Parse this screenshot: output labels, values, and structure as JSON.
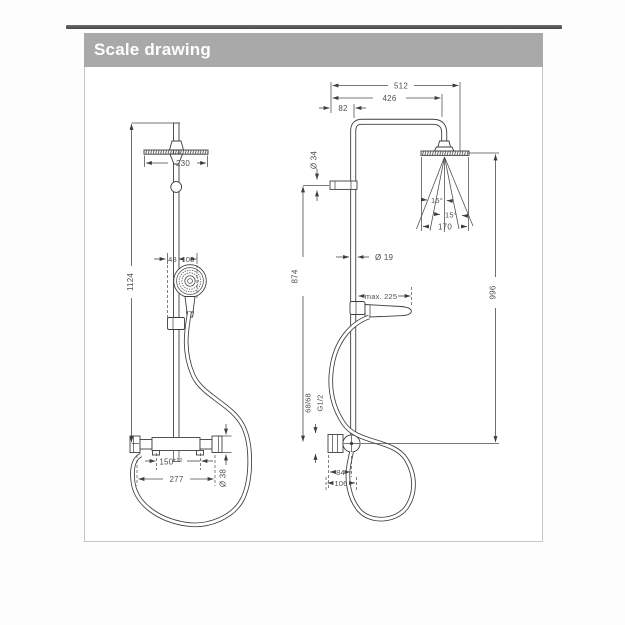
{
  "header": {
    "title": "Scale drawing"
  },
  "left": {
    "dim_total_height": "1124",
    "dim_head_width": "230",
    "dim_48": "48",
    "dim_108": "108",
    "dim_150": "150",
    "dim_150_tol": "±12",
    "dim_277": "277",
    "dim_dia38": "Ø 38"
  },
  "right": {
    "dim_512": "512",
    "dim_426": "426",
    "dim_82": "82",
    "dim_dia34": "Ø 34",
    "dim_dia19": "Ø 19",
    "dim_max225": "max. 225",
    "dim_874": "874",
    "dim_996": "996",
    "dim_angle_a": "15°",
    "dim_angle_b": "15°",
    "dim_170": "170",
    "dim_68_68": "68/68",
    "dim_g12": "G1/2",
    "dim_84": "84",
    "dim_106": "106"
  },
  "colors": {
    "line": "#3e3e3e",
    "header_bg": "#a9a9a9",
    "text": "#4f4f4f"
  }
}
